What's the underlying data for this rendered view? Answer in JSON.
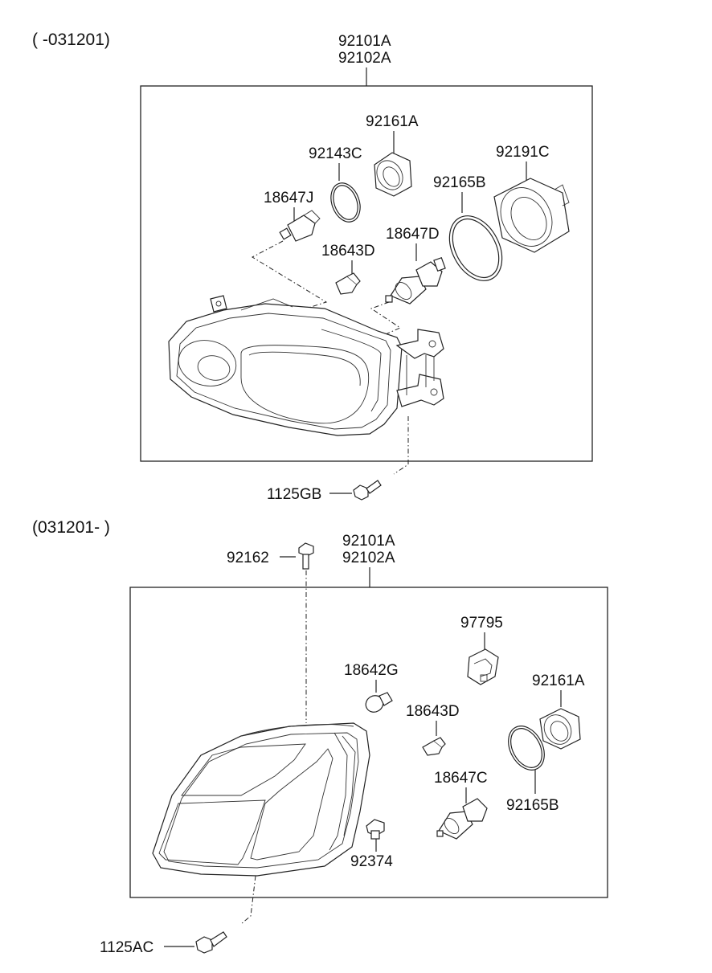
{
  "sections": [
    {
      "period": "( -031201)",
      "assembly": [
        "92101A",
        "92102A"
      ],
      "parts": {
        "bulb_socket_seal": "92161A",
        "o_ring": "92143C",
        "bulb_j": "18647J",
        "dust_cover": "92191C",
        "cap_seal": "92165B",
        "bulb_d": "18647D",
        "bulb_small": "18643D",
        "screw": "1125GB"
      }
    },
    {
      "period": "(031201- )",
      "assembly": [
        "92101A",
        "92102A"
      ],
      "parts": {
        "bolt": "92162",
        "connector": "97795",
        "bulb_g": "18642G",
        "socket": "92161A",
        "bulb_small": "18643D",
        "bulb_c": "18647C",
        "seal": "92165B",
        "grommet": "92374",
        "screw": "1125AC"
      }
    }
  ]
}
